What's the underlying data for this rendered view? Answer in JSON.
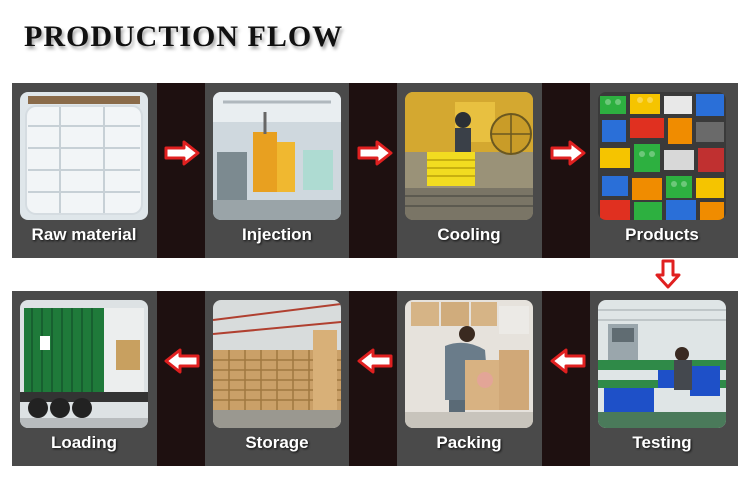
{
  "title": "PRODUCTION FLOW",
  "colors": {
    "band": "#4a4a4a",
    "gap": "#1e1010",
    "arrow_outline": "#e02020",
    "label_text": "#ffffff"
  },
  "row1": {
    "steps": [
      {
        "label": "Raw material",
        "image": "raw-material-photo"
      },
      {
        "label": "Injection",
        "image": "injection-photo"
      },
      {
        "label": "Cooling",
        "image": "cooling-photo"
      },
      {
        "label": "Products",
        "image": "products-photo"
      }
    ],
    "arrow_direction": "right"
  },
  "row2": {
    "steps": [
      {
        "label": "Loading",
        "image": "loading-photo"
      },
      {
        "label": "Storage",
        "image": "storage-photo"
      },
      {
        "label": "Packing",
        "image": "packing-photo"
      },
      {
        "label": "Testing",
        "image": "testing-photo"
      }
    ],
    "arrow_direction": "left"
  },
  "connector_direction": "down"
}
